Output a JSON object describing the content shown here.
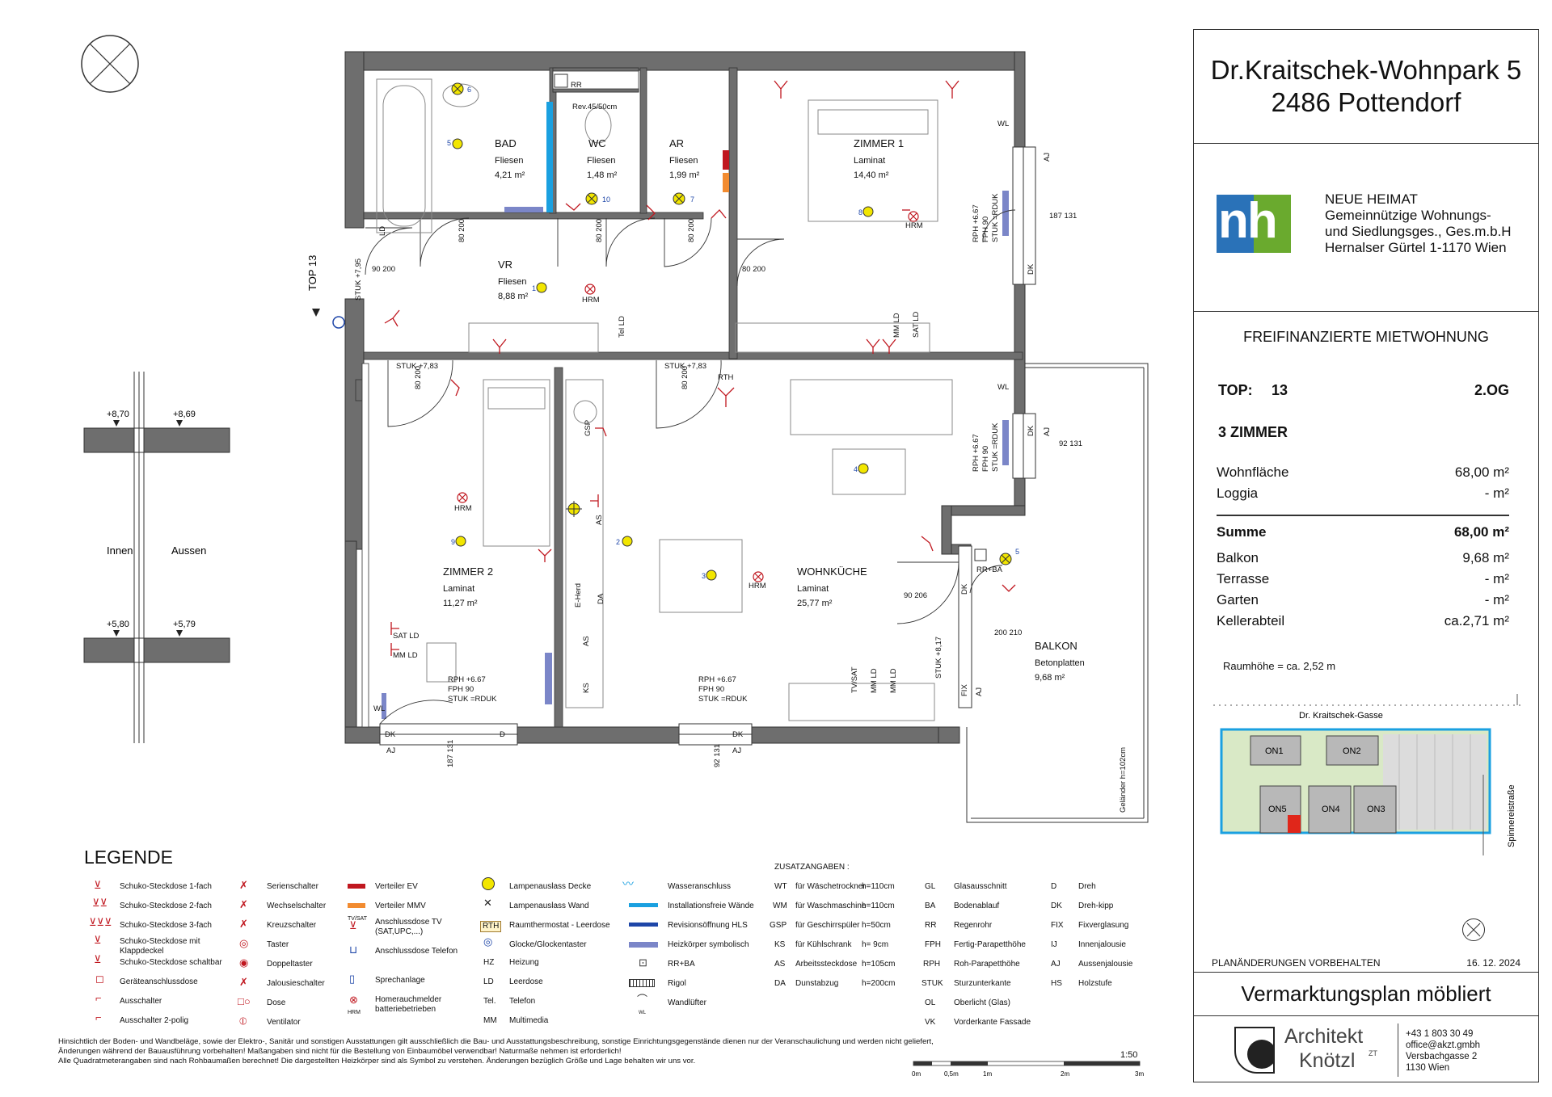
{
  "header": {
    "project_line1": "Dr.Kraitschek-Wohnpark 5",
    "project_line2": "2486 Pottendorf"
  },
  "client": {
    "logo_text": "nh",
    "name": "NEUE HEIMAT",
    "line2": "Gemeinnützige Wohnungs-",
    "line3": "und Siedlungsges., Ges.m.b.H",
    "address": "Hernalser Gürtel 1-1170 Wien"
  },
  "unit": {
    "type": "FREIFINANZIERTE MIETWOHNUNG",
    "top_label": "TOP:",
    "top_no": "13",
    "floor": "2.OG",
    "rooms": "3 ZIMMER",
    "areas": [
      {
        "label": "Wohnfläche",
        "value": "68,00 m²"
      },
      {
        "label": "Loggia",
        "value": "- m²"
      }
    ],
    "sum": {
      "label": "Summe",
      "value": "68,00 m²"
    },
    "extra": [
      {
        "label": "Balkon",
        "value": "9,68 m²"
      },
      {
        "label": "Terrasse",
        "value": "- m²"
      },
      {
        "label": "Garten",
        "value": "- m²"
      },
      {
        "label": "Kellerabteil",
        "value": "ca.2,71 m²"
      }
    ],
    "height": "Raumhöhe = ca. 2,52 m"
  },
  "siteplan": {
    "street_top": "Dr. Kraitschek-Gasse",
    "street_right": "Spinnereistraße",
    "buildings": [
      "ON1",
      "ON2",
      "ON3",
      "ON4",
      "ON5"
    ]
  },
  "footer": {
    "reserve": "PLANÄNDERUNGEN VORBEHALTEN",
    "date": "16. 12. 2024",
    "plan_title": "Vermarktungsplan möbliert",
    "architect_l1": "Architekt",
    "architect_l2": "Knötzl",
    "architect_zt": "ZT",
    "phone": "+43 1 803 30 49",
    "email": "office@akzt.gmbh",
    "street": "Versbachgasse 2",
    "city": "1130 Wien"
  },
  "plan": {
    "top_label": "TOP 13",
    "rooms": [
      {
        "name": "BAD",
        "floor": "Fliesen",
        "area": "4,21 m²"
      },
      {
        "name": "WC",
        "floor": "Fliesen",
        "area": "1,48 m²"
      },
      {
        "name": "AR",
        "floor": "Fliesen",
        "area": "1,99 m²"
      },
      {
        "name": "ZIMMER 1",
        "floor": "Laminat",
        "area": "14,40 m²"
      },
      {
        "name": "VR",
        "floor": "Fliesen",
        "area": "8,88 m²"
      },
      {
        "name": "ZIMMER 2",
        "floor": "Laminat",
        "area": "11,27 m²"
      },
      {
        "name": "WOHNKÜCHE",
        "floor": "Laminat",
        "area": "25,77 m²"
      },
      {
        "name": "BALKON",
        "floor": "Betonplatten",
        "area": "9,68 m²"
      }
    ],
    "labels": {
      "rr": "RR",
      "rev": "Rev.45/50cm",
      "stuk795": "STUK +7,95",
      "stuk783a": "STUK +7,83",
      "stuk783b": "STUK +7,83",
      "stuk817": "STUK +8,17",
      "d80_200": "80 200",
      "d90_200": "90 200",
      "d90_206": "90 206",
      "d200_210": "200 210",
      "w187_131": "187 131",
      "w92_131": "92 131",
      "rph": "RPH +6.67",
      "fph": "FPH 90",
      "stuk_rduk": "STUK =RDUK",
      "wl": "WL",
      "dk": "DK",
      "aj": "AJ",
      "fix": "FIX",
      "d": "D",
      "ld": "LD",
      "tel_ld": "Tel LD",
      "mm_ld": "MM LD",
      "sat_ld": "SAT LD",
      "tvsat": "TV/SAT",
      "rtch": "RTH",
      "hrm": "HRM",
      "rrba": "RR+BA",
      "gsp": "GSP",
      "as": "AS",
      "da": "DA",
      "ks": "KS",
      "eherd": "E-Herd",
      "gelaender": "Geländer h=102cm"
    },
    "lamp_ids": [
      "1",
      "2",
      "3",
      "4",
      "5",
      "6",
      "7",
      "8",
      "9",
      "10"
    ]
  },
  "section": {
    "lvl_l_top": "+8,70",
    "lvl_r_top": "+8,69",
    "inside": "Innen",
    "outside": "Aussen",
    "lvl_l_bot": "+5,80",
    "lvl_r_bot": "+5,79"
  },
  "legend": {
    "title": "LEGENDE",
    "col1": [
      "Schuko-Steckdose 1-fach",
      "Schuko-Steckdose 2-fach",
      "Schuko-Steckdose 3-fach",
      "Schuko-Steckdose mit",
      "Klappdeckel",
      "Schuko-Steckdose schaltbar",
      "Geräteanschlussdose",
      "Ausschalter",
      "Ausschalter 2-polig"
    ],
    "col2": [
      "Serienschalter",
      "Wechselschalter",
      "Kreuzschalter",
      "Taster",
      "Doppeltaster",
      "Jalousieschalter",
      "Dose",
      "Ventilator"
    ],
    "col3": [
      "Verteiler EV",
      "Verteiler MMV",
      "Anschlussdose TV",
      "(SAT,UPC,...)",
      "Anschlussdose Telefon",
      "Sprechanlage",
      "Homerauchmelder",
      "batteriebetrieben"
    ],
    "col3_codes": [
      "TV/SAT",
      "HRM"
    ],
    "col4": [
      "Lampenauslass Decke",
      "Lampenauslass Wand",
      "Raumthermostat - Leerdose",
      "Glocke/Glockentaster",
      "Heizung",
      "Leerdose",
      "Telefon",
      "Multimedia"
    ],
    "col4_codes": [
      "RTH",
      "HZ",
      "LD",
      "Tel.",
      "MM"
    ],
    "col5": [
      "Wasseranschluss",
      "Installationsfreie Wände",
      "Revisionsöffnung HLS",
      "Heizkörper symbolisch",
      "RR+BA",
      "Rigol",
      "Wandlüfter"
    ],
    "col5_codes": [
      "WL"
    ],
    "extra_title": "ZUSATZANGABEN :",
    "extra": [
      {
        "code": "WT",
        "text": "für Wäschetrockner",
        "h": "h=110cm"
      },
      {
        "code": "WM",
        "text": "für Waschmaschine",
        "h": "h=110cm"
      },
      {
        "code": "GSP",
        "text": "für Geschirrspüler",
        "h": "h=50cm"
      },
      {
        "code": "KS",
        "text": "für Kühlschrank",
        "h": "h= 9cm"
      },
      {
        "code": "AS",
        "text": "Arbeitssteckdose",
        "h": "h=105cm"
      },
      {
        "code": "DA",
        "text": "Dunstabzug",
        "h": "h=200cm"
      }
    ],
    "extra2": [
      {
        "code": "GL",
        "text": "Glasausschnitt"
      },
      {
        "code": "BA",
        "text": "Bodenablauf"
      },
      {
        "code": "RR",
        "text": "Regenrohr"
      },
      {
        "code": "FPH",
        "text": "Fertig-Parapetthöhe"
      },
      {
        "code": "RPH",
        "text": "Roh-Parapetthöhe"
      },
      {
        "code": "STUK",
        "text": "Sturzunterkante"
      },
      {
        "code": "OL",
        "text": "Oberlicht (Glas)"
      },
      {
        "code": "VK",
        "text": "Vorderkante Fassade"
      }
    ],
    "extra3": [
      {
        "code": "D",
        "text": "Dreh"
      },
      {
        "code": "DK",
        "text": "Dreh-kipp"
      },
      {
        "code": "FIX",
        "text": "Fixverglasung"
      },
      {
        "code": "IJ",
        "text": "Innenjalousie"
      },
      {
        "code": "AJ",
        "text": "Aussenjalousie"
      },
      {
        "code": "HS",
        "text": "Holzstufe"
      }
    ]
  },
  "notes": [
    "Hinsichtlich der Boden- und Wandbeläge, sowie der Elektro-, Sanitär und sonstigen Ausstattungen gilt ausschließlich die Bau- und Ausstattungsbeschreibung, sonstige Einrichtungsgegenstände dienen nur der Veranschaulichung und werden nicht geliefert,",
    "Änderungen während der Bauausführung vorbehalten! Maßangaben sind nicht für die Bestellung von Einbaumöbel verwendbar! Naturmaße nehmen ist erforderlich!",
    "Alle Quadratmeterangaben sind nach Rohbaumaßen berechnet! Die dargestellten Heizkörper sind als Symbol zu verstehen. Änderungen bezüglich Größe und Lage behalten wir uns vor."
  ],
  "scale": {
    "ratio": "1:50",
    "ticks": [
      "0m",
      "0,5m",
      "1m",
      "2m",
      "3m"
    ]
  },
  "colors": {
    "wall": "#6e6e6e",
    "accent_blue": "#1aa0e0",
    "symbol_red": "#c0171f",
    "lamp_yellow": "#f2e600",
    "heater": "#7b86c8",
    "logo_blue": "#2a72b8",
    "logo_green": "#6aaa2e"
  }
}
